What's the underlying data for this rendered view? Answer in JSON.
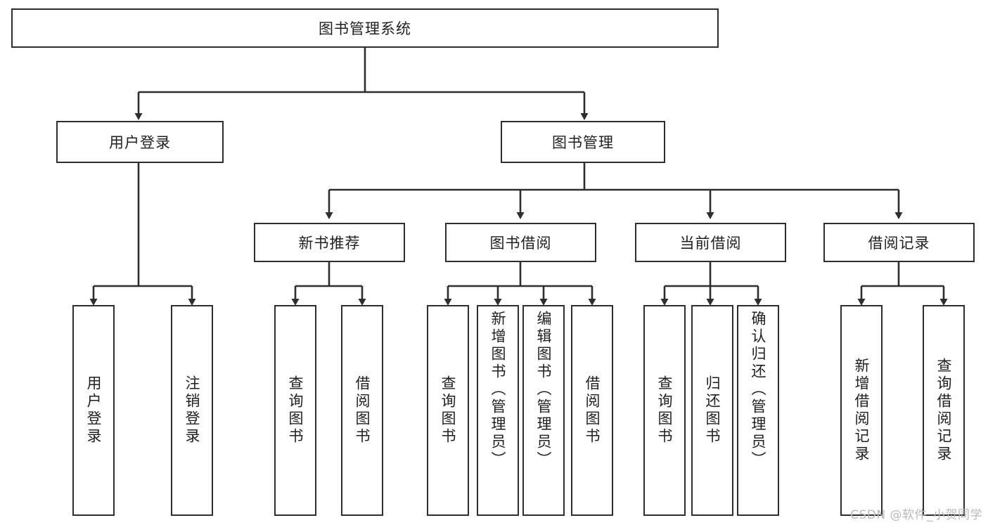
{
  "diagram": {
    "type": "tree",
    "title": "图书管理系统",
    "root": {
      "label": "图书管理系统"
    },
    "level1": [
      {
        "label": "用户登录"
      },
      {
        "label": "图书管理"
      }
    ],
    "level2": [
      {
        "label": "新书推荐"
      },
      {
        "label": "图书借阅"
      },
      {
        "label": "当前借阅"
      },
      {
        "label": "借阅记录"
      }
    ],
    "leaves": {
      "user_login": [
        {
          "label": "用户登录"
        },
        {
          "label": "注销登录"
        }
      ],
      "new_book_recommend": [
        {
          "label": "查询图书"
        },
        {
          "label": "借阅图书"
        }
      ],
      "book_borrow": [
        {
          "label": "查询图书"
        },
        {
          "label": "新增图书（管理员）"
        },
        {
          "label": "编辑图书（管理员）"
        },
        {
          "label": "借阅图书"
        }
      ],
      "current_borrow": [
        {
          "label": "查询图书"
        },
        {
          "label": "归还图书"
        },
        {
          "label": "确认归还（管理员）"
        }
      ],
      "borrow_record": [
        {
          "label": "新增借阅记录"
        },
        {
          "label": "查询借阅记录"
        }
      ]
    }
  },
  "watermark": {
    "text": "CSDN @软件_小贺同学"
  },
  "colors": {
    "border": "#2e2e2e",
    "text": "#1f1f1f",
    "background": "#ffffff",
    "watermark": "#b9b9b9"
  }
}
